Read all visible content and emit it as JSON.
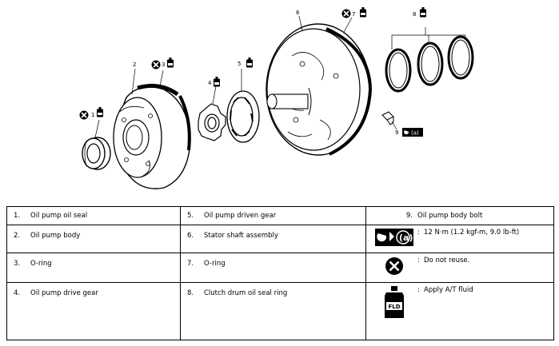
{
  "callouts": {
    "c1": "1",
    "c2": "2",
    "c3": "3",
    "c4": "4",
    "c5": "5",
    "c6": "6",
    "c7": "7",
    "c8": "8",
    "c9": "9",
    "torque_tag": "(a)"
  },
  "icons": {
    "do_not_reuse": "do-not-reuse-icon",
    "fluid": "fluid-bottle-icon",
    "torque": "torque-wrench-icon"
  },
  "fluid_label": "FLD",
  "legend": {
    "rows": [
      [
        {
          "num": "1.",
          "text": "Oil pump oil seal"
        },
        {
          "num": "5.",
          "text": "Oil pump driven gear"
        },
        {
          "num": "9.",
          "text": "Oil pump body bolt"
        }
      ],
      [
        {
          "num": "2.",
          "text": "Oil pump body"
        },
        {
          "num": "6.",
          "text": "Stator shaft assembly"
        },
        {
          "text": "12 N·m (1.2 kgf-m, 9.0 lb-ft)"
        }
      ],
      [
        {
          "num": "3.",
          "text": "O-ring"
        },
        {
          "num": "7.",
          "text": "O-ring"
        },
        {
          "text": "Do not reuse."
        }
      ],
      [
        {
          "num": "4.",
          "text": "Oil pump drive gear"
        },
        {
          "num": "8.",
          "text": "Clutch drum oil seal ring"
        },
        {
          "text": "Apply A/T fluid"
        }
      ]
    ]
  }
}
